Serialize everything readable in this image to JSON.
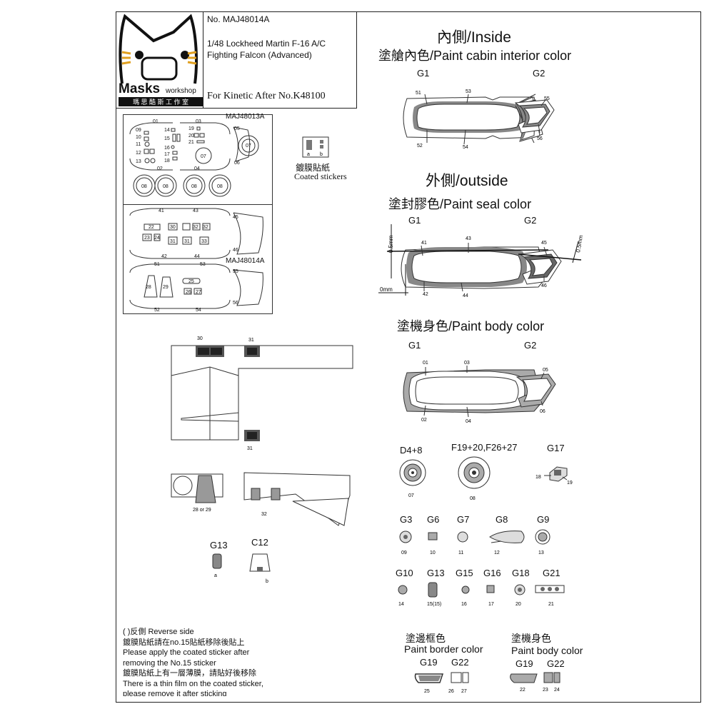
{
  "header": {
    "product_no": "No. MAJ48014A",
    "title_line1": "1/48 Lockheed Martin F-16 A/C",
    "title_line2": "Fighting Falcon (Advanced)",
    "kit_note": "For Kinetic After No.K48100",
    "brand_main": "Masks",
    "brand_sub": "workshop",
    "brand_cn": "瑪 思 酷 斯 工 作 室"
  },
  "sheet": {
    "top_label": "MAJ48013A",
    "bottom_label": "MAJ48014A",
    "coated_cn": "鍍膜貼紙",
    "coated_en": "Coated stickers",
    "coated_a": "a",
    "coated_b": "b"
  },
  "sheet_numbers": {
    "n01": "01",
    "n03": "03",
    "n09": "09",
    "n10": "10",
    "n11": "11",
    "n12": "12",
    "n13": "13",
    "n14": "14",
    "n15": "15",
    "n16": "16",
    "n17": "17",
    "n18": "18",
    "n19": "19",
    "n20": "20",
    "n21": "21",
    "n05": "05",
    "n06": "06",
    "n07": "07",
    "n02": "02",
    "n04": "04",
    "n08": "08",
    "n41": "41",
    "n43": "43",
    "n42": "42",
    "n44": "44",
    "n45": "45",
    "n46": "46",
    "n22": "22",
    "n23": "23",
    "n24": "24",
    "n30": "30",
    "n31": "31",
    "n32": "32",
    "n33": "33",
    "n51": "51",
    "n53": "53",
    "n52": "52",
    "n54": "54",
    "n55": "55",
    "n56": "56",
    "n25": "25",
    "n26": "26",
    "n27": "27",
    "n28": "28",
    "n29": "29"
  },
  "inside": {
    "title": "內側/Inside",
    "subtitle": "塗艙內色/Paint cabin interior color",
    "g1": "G1",
    "g2": "G2",
    "l51": "51",
    "l53": "53",
    "l52": "52",
    "l54": "54",
    "l55": "55",
    "l56": "56"
  },
  "outside": {
    "title": "外側/outside",
    "subtitle": "塗封膠色/Paint seal color",
    "g1": "G1",
    "g2": "G2",
    "mm05_left": "0.5mm",
    "mm0": "0mm",
    "mm05_right": "0.5mm",
    "l41": "41",
    "l43": "43",
    "l42": "42",
    "l44": "44",
    "l45": "45",
    "l46": "46"
  },
  "body": {
    "title": "塗機身色/Paint body color",
    "g1": "G1",
    "g2": "G2",
    "l01": "01",
    "l03": "03",
    "l02": "02",
    "l04": "04",
    "l05": "05",
    "l06": "06"
  },
  "parts": {
    "d48": "D4+8",
    "f19": "F19+20,F26+27",
    "g17": "G17",
    "l07": "07",
    "l08": "08",
    "l18": "18",
    "l19": "19",
    "g3": "G3",
    "g6": "G6",
    "g7": "G7",
    "g8": "G8",
    "g9": "G9",
    "l09": "09",
    "l10": "10",
    "l11": "11",
    "l12": "12",
    "l13": "13",
    "g10": "G10",
    "g13": "G13",
    "g15": "G15",
    "g16": "G16",
    "g18": "G18",
    "g21": "G21",
    "l14": "14",
    "l15": "15(15)",
    "l16": "16",
    "l17": "17",
    "l20": "20",
    "l21": "21"
  },
  "left_parts": {
    "l30": "30",
    "l31a": "31",
    "l31b": "31",
    "l2829": "28 or 29",
    "l32": "32",
    "g13": "G13",
    "c12": "C12",
    "la": "a",
    "lb": "b"
  },
  "notes": {
    "line1": "( )反側 Reverse side",
    "line2": "鍍膜貼紙請在no.15貼紙移除後貼上",
    "line3": "Please apply the coated sticker after",
    "line4": "removing the No.15 sticker",
    "line5": "鍍膜貼紙上有一層薄膜，請貼好後移除",
    "line6": "There is a thin film on the coated sticker,",
    "line7": "please remove it after sticking"
  },
  "bottom": {
    "border_cn": "塗邊框色",
    "border_en": "Paint border color",
    "body_cn": "塗機身色",
    "body_en": "Paint body color",
    "g19a": "G19",
    "g22a": "G22",
    "g19b": "G19",
    "g22b": "G22",
    "l25": "25",
    "l26": "26",
    "l27": "27",
    "l22": "22",
    "l23": "23",
    "l24": "24"
  }
}
